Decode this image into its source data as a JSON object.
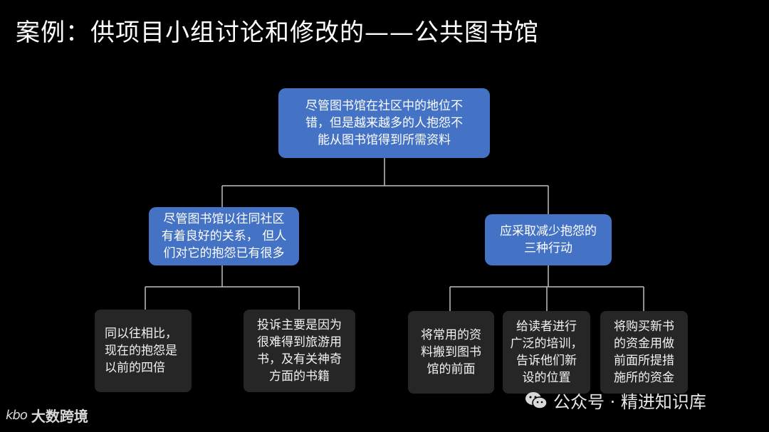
{
  "title": "案例：供项目小组讨论和修改的——公共图书馆",
  "nodes": {
    "root": "尽管图书馆在社区中的地位不\n错，但是越来越多的人抱怨不\n能从图书馆得到所需资料",
    "left": "尽管图书馆以往同社区\n有着良好的关系， 但人\n们对它的抱怨已有很多",
    "right": "应采取减少抱怨的\n三种行动",
    "l1": "同以往相比，\n现在的抱怨是\n以前的四倍",
    "l2": "投诉主要是因为\n很难得到旅游用\n书，及有关神奇\n方面的书籍",
    "r1": "将常用的资\n料搬到图书\n馆的前面",
    "r2": "给读者进行\n广泛的培训，\n告诉他们新\n设的位置",
    "r3": "将购买新书\n的资金用做\n前面所提措\n施所的资金"
  },
  "watermark": {
    "logo_mark": "kbo",
    "logo_name": "大数跨境",
    "account": "公众号 · 精进知识库"
  },
  "colors": {
    "background": "#000000",
    "top_nodes": "#4472c4",
    "leaf_nodes": "#262626",
    "connectors": "#bfbfbf"
  }
}
